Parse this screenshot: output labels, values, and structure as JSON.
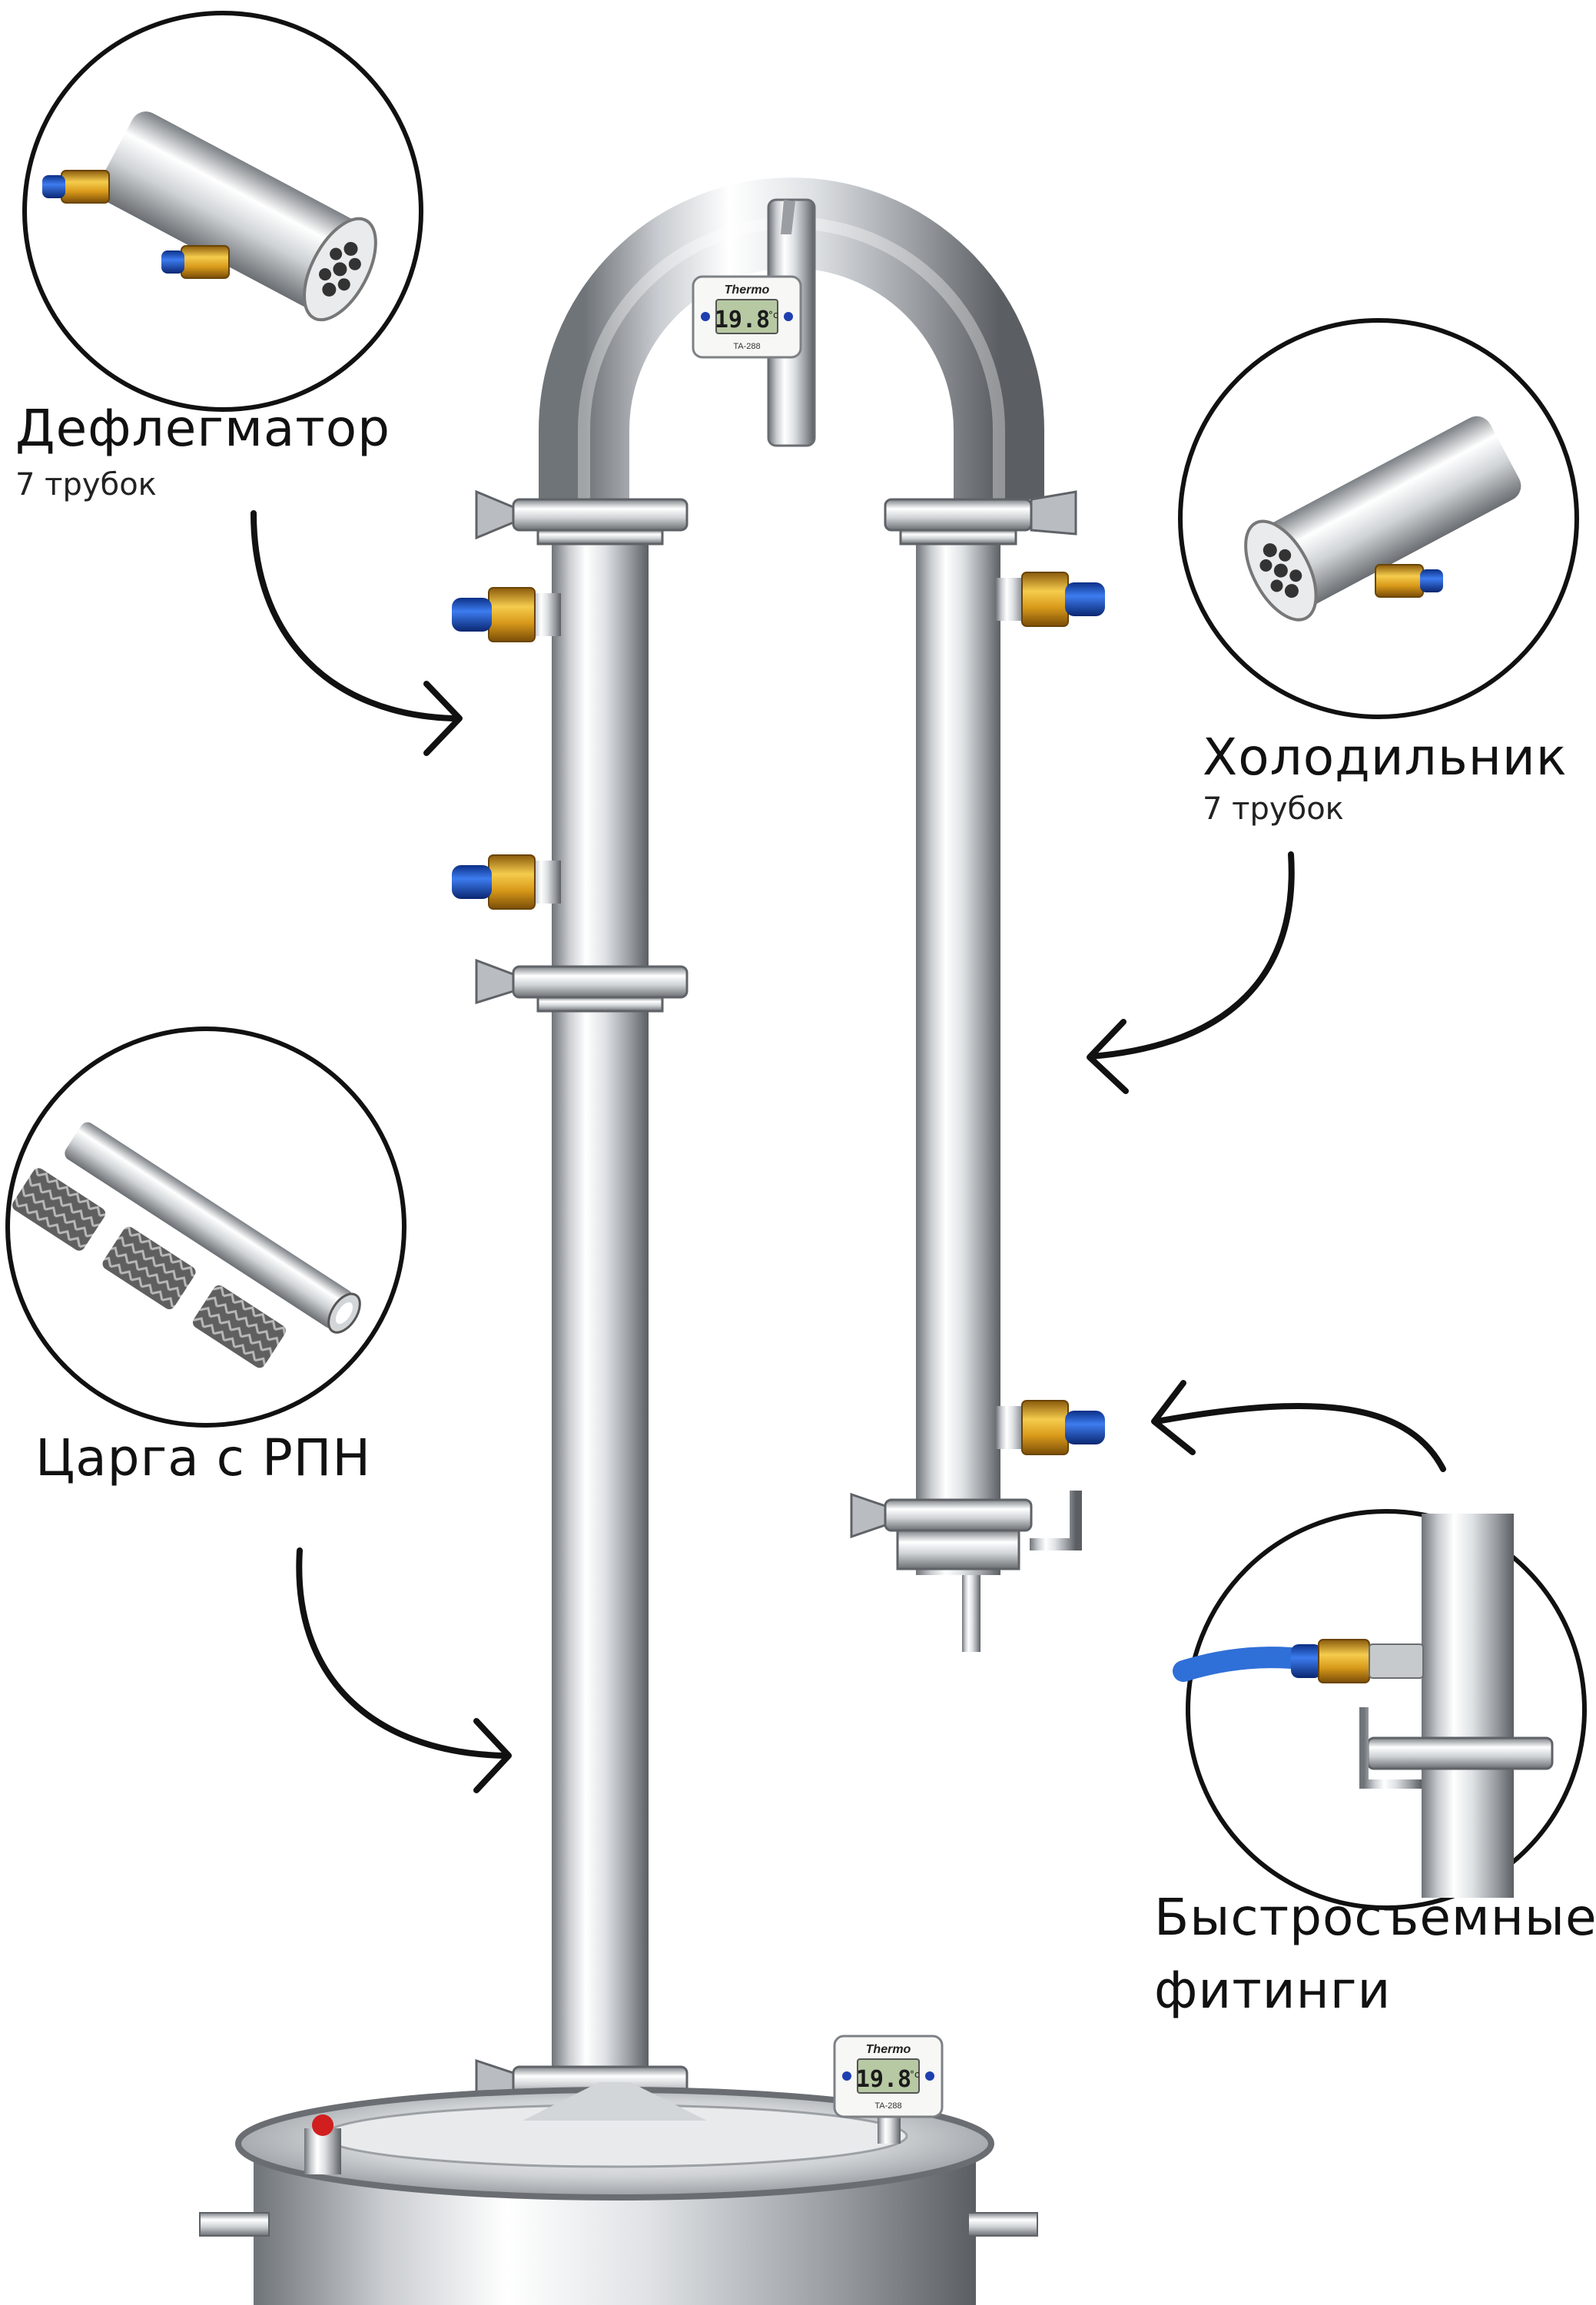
{
  "callouts": [
    {
      "id": "dephlegmator",
      "title": "Дефлегматор",
      "subtitle": "7 трубок"
    },
    {
      "id": "condenser",
      "title": "Холодильник",
      "subtitle": "7 трубок"
    },
    {
      "id": "column",
      "title": "Царга с РПН"
    },
    {
      "id": "fittings",
      "title_line1": "Быстросъемные",
      "title_line2": "фитинги"
    }
  ],
  "thermometers": [
    {
      "brand": "Thermo",
      "reading": "19.8",
      "unit": "°c",
      "model": "TA-288"
    },
    {
      "brand": "Thermo",
      "reading": "19.8",
      "unit": "°c",
      "model": "TA-288"
    }
  ],
  "colors": {
    "steel": "#d6d9dc",
    "brass": "#d9a21e",
    "fitting_blue": "#1f5fd1",
    "hose_blue": "#2f6fd8",
    "mesh": "#6b6b6b"
  }
}
